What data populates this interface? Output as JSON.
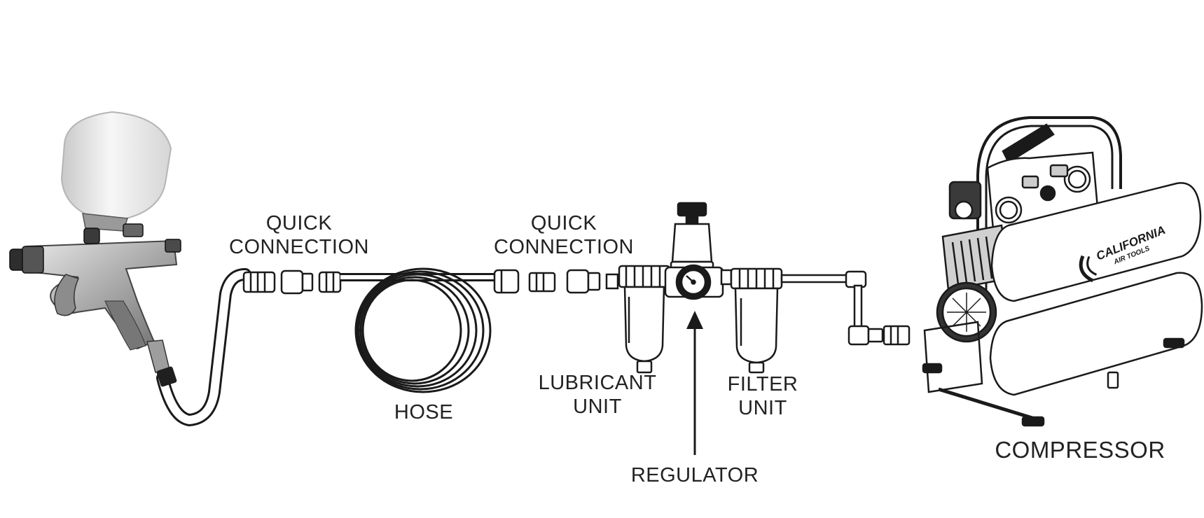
{
  "labels": {
    "quick_connection_left": [
      "QUICK",
      "CONNECTION"
    ],
    "quick_connection_right": [
      "QUICK",
      "CONNECTION"
    ],
    "hose": "HOSE",
    "lubricant_unit": [
      "LUBRICANT",
      "UNIT"
    ],
    "filter_unit": [
      "FILTER",
      "UNIT"
    ],
    "regulator": "REGULATOR",
    "compressor": "COMPRESSOR"
  },
  "compressor_brand": [
    "CALIFORNIA",
    "AIR TOOLS"
  ],
  "colors": {
    "line": "#1a1a1a",
    "text": "#222222",
    "metal": "#bdbdbd",
    "cup": "#efefef"
  }
}
